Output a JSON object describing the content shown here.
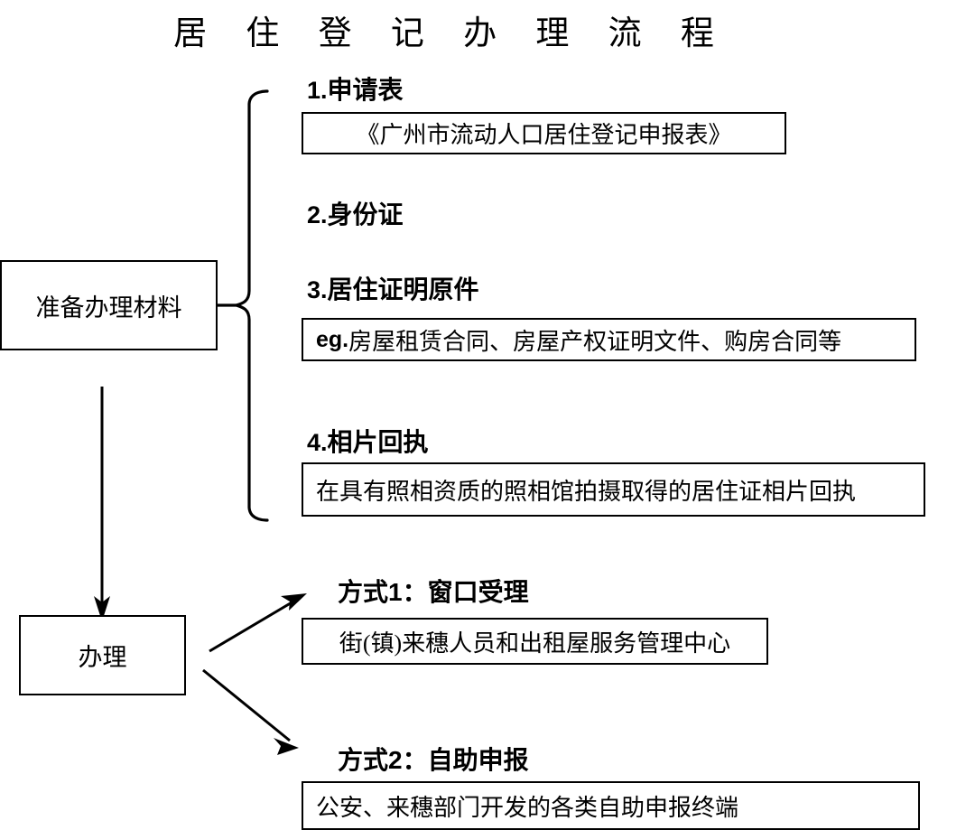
{
  "title": "居 住 登 记 办 理 流 程",
  "nodes": {
    "prepare": "准备办理材料",
    "handle": "办理"
  },
  "materials": [
    {
      "num": "1.",
      "heading": "申请表",
      "detail": "《广州市流动人口居住登记申报表》",
      "detail_prefix": ""
    },
    {
      "num": "2.",
      "heading": "身份证",
      "detail": "",
      "detail_prefix": ""
    },
    {
      "num": "3.",
      "heading": "居住证明原件",
      "detail": "房屋租赁合同、房屋产权证明文件、购房合同等",
      "detail_prefix": "eg."
    },
    {
      "num": "4.",
      "heading": "相片回执",
      "detail": "在具有照相资质的照相馆拍摄取得的居住证相片回执",
      "detail_prefix": ""
    }
  ],
  "methods": [
    {
      "label": "方式",
      "num": "1",
      "sep": "：",
      "name": "窗口受理",
      "detail": "街(镇)来穗人员和出租屋服务管理中心"
    },
    {
      "label": "方式",
      "num": "2",
      "sep": "：",
      "name": "自助申报",
      "detail": "公安、来穗部门开发的各类自助申报终端"
    }
  ],
  "connectors": {
    "brace": "curly-brace-right",
    "down_arrow": "arrow-down",
    "branch_up_arrow": "arrow-up-right",
    "branch_down_arrow": "arrow-down-right"
  },
  "colors": {
    "line": "#000000",
    "text": "#000000",
    "background": "#ffffff"
  }
}
